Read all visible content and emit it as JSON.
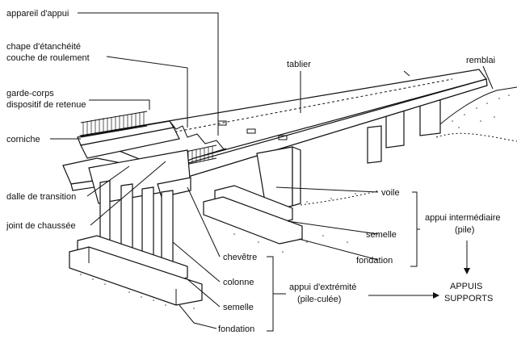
{
  "labels": {
    "appareil_appui": "appareil d'appui",
    "chape_line1": "chape d'étanchéité",
    "chape_line2": "couche de roulement",
    "garde_line1": "garde-corps",
    "garde_line2": "dispositif de retenue",
    "corniche": "corniche",
    "dalle_transition": "dalle de transition",
    "joint_chaussee": "joint de chaussée",
    "tablier": "tablier",
    "remblai": "remblai",
    "voile": "voile",
    "semelle_pile": "semelle",
    "fondation_pile": "fondation",
    "appui_inter_line1": "appui intermédiaire",
    "appui_inter_line2": "(pile)",
    "chevetre": "chevêtre",
    "colonne": "colonne",
    "semelle_culee": "semelle",
    "fondation_culee": "fondation",
    "appui_extr_line1": "appui d'extrémité",
    "appui_extr_line2": "(pile-culée)",
    "appuis_line1": "APPUIS",
    "appuis_line2": "SUPPORTS"
  }
}
